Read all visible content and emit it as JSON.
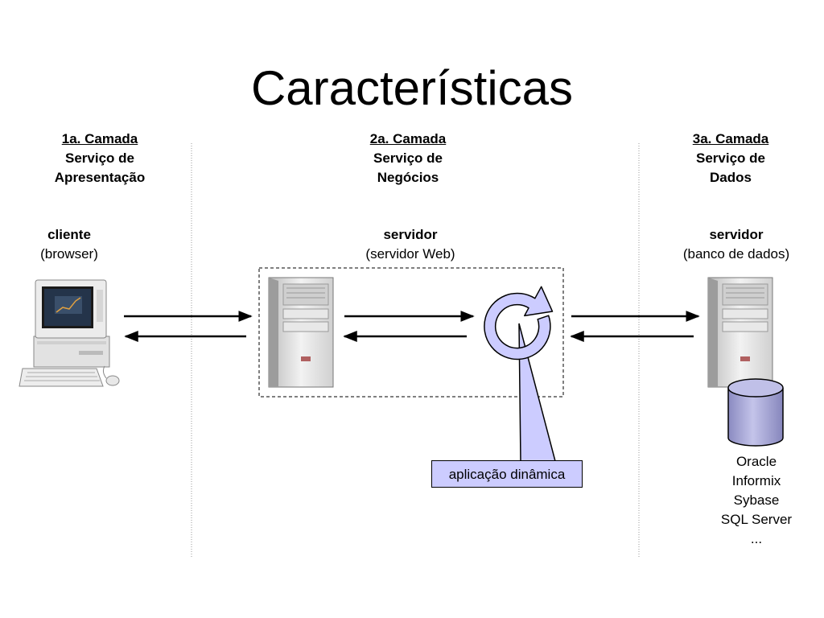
{
  "title": "Características",
  "tiers": [
    {
      "heading": "1a. Camada",
      "line1": "Serviço de",
      "line2": "Apresentação"
    },
    {
      "heading": "2a. Camada",
      "line1": "Serviço de",
      "line2": "Negócios"
    },
    {
      "heading": "3a. Camada",
      "line1": "Serviço de",
      "line2": "Dados"
    }
  ],
  "roles": [
    {
      "name": "cliente",
      "detail": "(browser)"
    },
    {
      "name": "servidor",
      "detail": "(servidor Web)"
    },
    {
      "name": "servidor",
      "detail": "(banco de dados)"
    }
  ],
  "app_callout": "aplicação dinâmica",
  "databases": [
    "Oracle",
    "Informix",
    "Sybase",
    "SQL Server",
    "..."
  ],
  "colors": {
    "callout_fill": "#ccccff",
    "cylinder_fill": "#a8a8d8",
    "server_body": "#e6e6e6"
  }
}
